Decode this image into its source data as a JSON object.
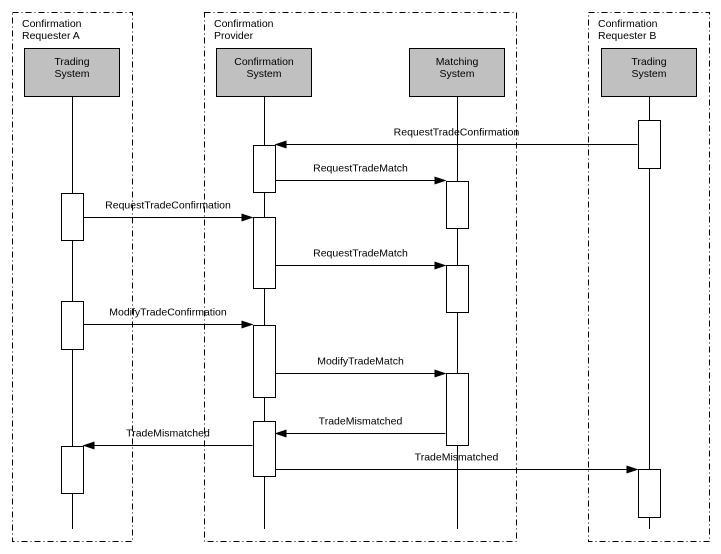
{
  "groups": [
    {
      "label_line1": "Confirmation",
      "label_line2": "Requester A"
    },
    {
      "label_line1": "Confirmation",
      "label_line2": "Provider"
    },
    {
      "label_line1": "Confirmation",
      "label_line2": "Requester B"
    }
  ],
  "participants": [
    {
      "line1": "Trading",
      "line2": "System"
    },
    {
      "line1": "Confirmation",
      "line2": "System"
    },
    {
      "line1": "Matching",
      "line2": "System"
    },
    {
      "line1": "Trading",
      "line2": "System"
    }
  ],
  "messages": [
    {
      "label": "RequestTradeConfirmation",
      "from": 3,
      "to": 1
    },
    {
      "label": "RequestTradeMatch",
      "from": 1,
      "to": 2
    },
    {
      "label": "RequestTradeConfirmation",
      "from": 0,
      "to": 1
    },
    {
      "label": "RequestTradeMatch",
      "from": 1,
      "to": 2
    },
    {
      "label": "ModifyTradeConfirmation",
      "from": 0,
      "to": 1
    },
    {
      "label": "ModifyTradeMatch",
      "from": 1,
      "to": 2
    },
    {
      "label": "TradeMismatched",
      "from": 2,
      "to": 1
    },
    {
      "label": "TradeMismatched",
      "from": 1,
      "to": 0
    },
    {
      "label": "TradeMismatched",
      "from": 1,
      "to": 3
    }
  ],
  "colors": {
    "participant_fill": "#c0c0c0"
  }
}
